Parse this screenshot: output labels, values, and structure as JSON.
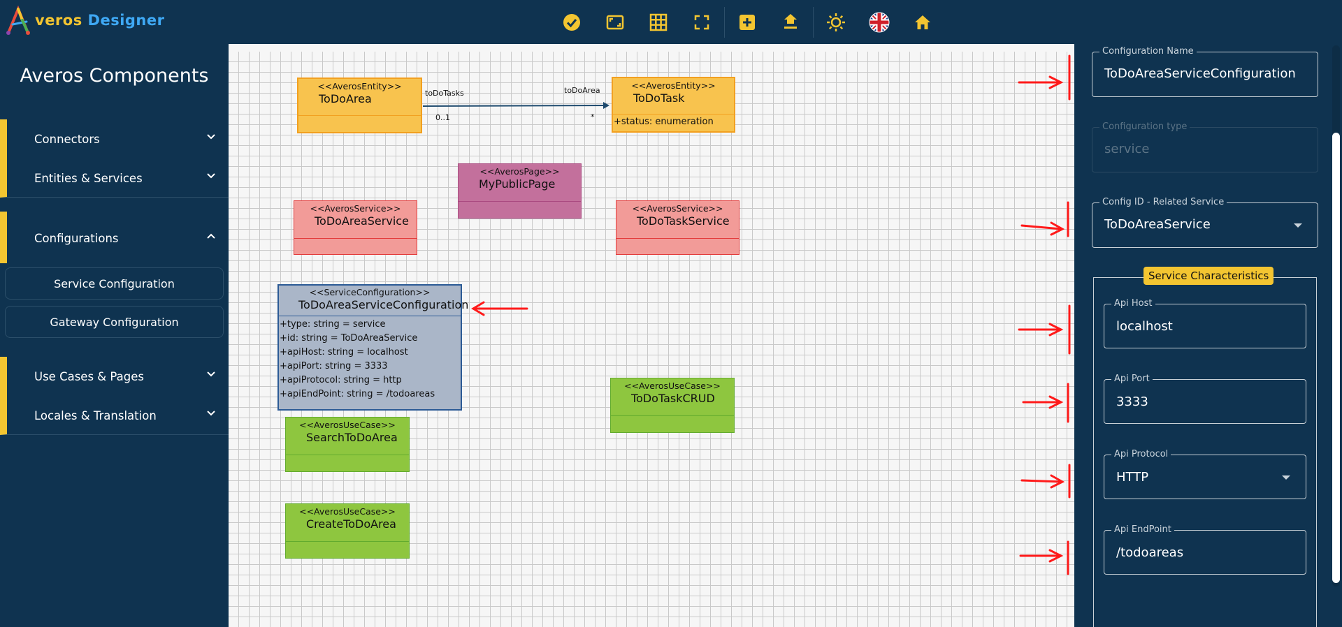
{
  "app": {
    "logo_part1": "veros",
    "logo_part2": "Designer"
  },
  "toolbar": {
    "buttons": [
      "validate",
      "fit-view",
      "toggle-grid",
      "fullscreen",
      "add-component",
      "upload",
      "theme",
      "language",
      "home"
    ]
  },
  "sidebar": {
    "title": "Averos Components",
    "items": [
      {
        "label": "Connectors",
        "expanded": false
      },
      {
        "label": "Entities & Services",
        "expanded": false
      },
      {
        "label": "Configurations",
        "expanded": true,
        "children": [
          "Service Configuration",
          "Gateway Configuration"
        ]
      },
      {
        "label": "Use Cases & Pages",
        "expanded": false
      },
      {
        "label": "Locales & Translation",
        "expanded": false
      }
    ]
  },
  "diagram": {
    "todoarea": {
      "stereotype": "<<AverosEntity>>",
      "name": "ToDoArea"
    },
    "todotask": {
      "stereotype": "<<AverosEntity>>",
      "name": "ToDoTask",
      "attr": "+status: enumeration"
    },
    "relation": {
      "label_left": "toDoTasks",
      "label_right": "toDoArea",
      "mult_left": "0..1",
      "mult_right": "*"
    },
    "mypublicpage": {
      "stereotype": "<<AverosPage>>",
      "name": "MyPublicPage"
    },
    "todoareaservice": {
      "stereotype": "<<AverosService>>",
      "name": "ToDoAreaService"
    },
    "todotaskservice": {
      "stereotype": "<<AverosService>>",
      "name": "ToDoTaskService"
    },
    "config": {
      "stereotype": "<<ServiceConfiguration>>",
      "name": "ToDoAreaServiceConfiguration",
      "attrs": [
        "+type: string = service",
        "+id: string = ToDoAreaService",
        "+apiHost: string = localhost",
        "+apiPort: string = 3333",
        "+apiProtocol: string = http",
        "+apiEndPoint: string = /todoareas"
      ]
    },
    "todotaskcrud": {
      "stereotype": "<<AverosUseCase>>",
      "name": "ToDoTaskCRUD"
    },
    "searchtodoarea": {
      "stereotype": "<<AverosUseCase>>",
      "name": "SearchToDoArea"
    },
    "createtodoarea": {
      "stereotype": "<<AverosUseCase>>",
      "name": "CreateToDoArea"
    }
  },
  "panel": {
    "config_name": {
      "label": "Configuration Name",
      "value": "ToDoAreaServiceConfiguration"
    },
    "config_type": {
      "label": "Configuration type",
      "value": "service"
    },
    "config_id": {
      "label": "Config ID - Related Service",
      "value": "ToDoAreaService"
    },
    "section_title": "Service Characteristics",
    "api_host": {
      "label": "Api Host",
      "value": "localhost"
    },
    "api_port": {
      "label": "Api Port",
      "value": "3333"
    },
    "api_protocol": {
      "label": "Api Protocol",
      "value": "HTTP"
    },
    "api_endpoint": {
      "label": "Api EndPoint",
      "value": "/todoareas"
    }
  },
  "colors": {
    "background": "#0f3350",
    "accent": "#f3c531",
    "entity": "#f8c34e",
    "service": "#f29b98",
    "page": "#c3709c",
    "usecase": "#8ec63f",
    "config": "#aab6c8",
    "annotation_arrow": "#ff1a1a"
  }
}
